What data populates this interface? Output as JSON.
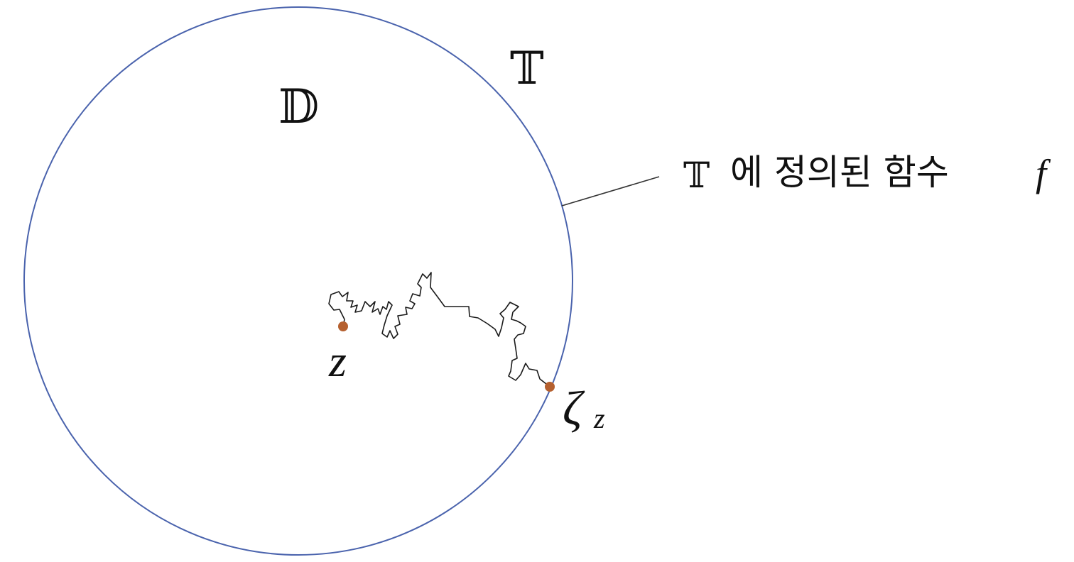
{
  "labels": {
    "disk": "𝔻",
    "circle": "𝕋",
    "start_point": "z",
    "exit_point_symbol": "ζ",
    "exit_point_subscript": "z",
    "annotation_symbol": "𝕋",
    "annotation_text": "에 정의된 함수",
    "annotation_function": "f"
  },
  "colors": {
    "circle": "#4a63ad",
    "path": "#1a1a1a",
    "points": "#b5602f",
    "leader_line": "#333333"
  }
}
